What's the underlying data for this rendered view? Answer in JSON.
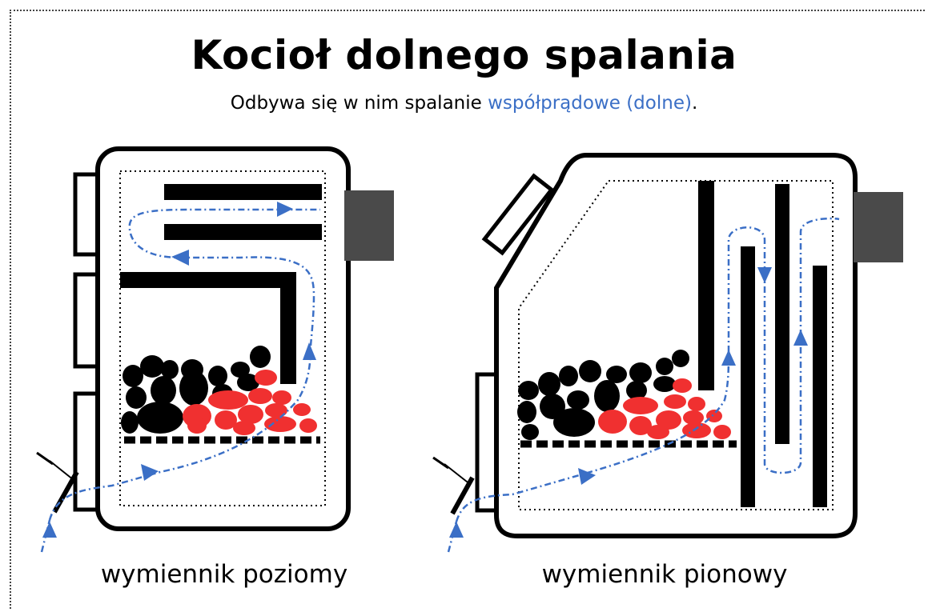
{
  "title": "Kocioł dolnego spalania",
  "subtitle": {
    "text": "Odbywa się w nim spalanie ",
    "highlight": "współprądowe (dolne)",
    "end": "."
  },
  "diagrams": [
    {
      "caption": "wymiennik poziomy"
    },
    {
      "caption": "wymiennik pionowy"
    }
  ],
  "colors": {
    "flow": "#3b6fc6",
    "fuel": "#000000",
    "ember": "#f03030",
    "chimney": "#4a4a4a",
    "outline": "#000000"
  }
}
